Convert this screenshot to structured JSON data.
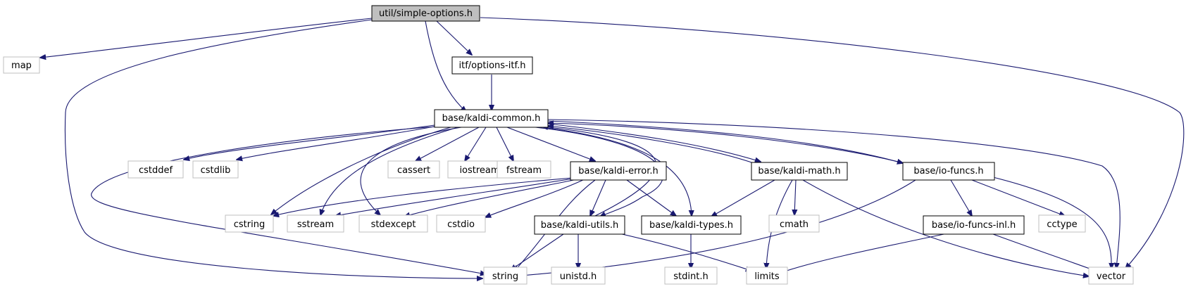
{
  "colors": {
    "edge": "#191970",
    "root_fill": "#bfbfbf",
    "local_border": "#000000",
    "system_border": "#bfbfbf"
  },
  "nodes": {
    "simple_options": "util/simple-options.h",
    "map": "map",
    "options_itf": "itf/options-itf.h",
    "kaldi_common": "base/kaldi-common.h",
    "cstddef": "cstddef",
    "cstdlib": "cstdlib",
    "cassert": "cassert",
    "iostream": "iostream",
    "fstream": "fstream",
    "kaldi_error": "base/kaldi-error.h",
    "kaldi_math": "base/kaldi-math.h",
    "io_funcs": "base/io-funcs.h",
    "cstring": "cstring",
    "sstream": "sstream",
    "stdexcept": "stdexcept",
    "cstdio": "cstdio",
    "kaldi_utils": "base/kaldi-utils.h",
    "kaldi_types": "base/kaldi-types.h",
    "cmath": "cmath",
    "io_funcs_inl": "base/io-funcs-inl.h",
    "cctype": "cctype",
    "string": "string",
    "unistd": "unistd.h",
    "stdint": "stdint.h",
    "limits": "limits",
    "vector": "vector"
  }
}
